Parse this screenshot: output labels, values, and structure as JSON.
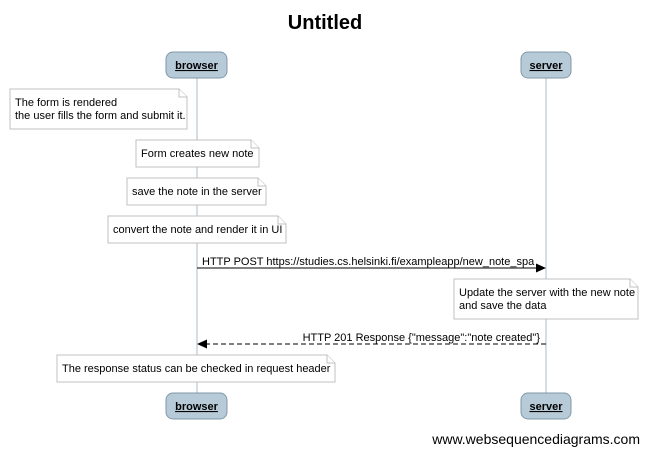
{
  "title": "Untitled",
  "participants": {
    "browser": "browser",
    "server": "server"
  },
  "notes": [
    {
      "lines": [
        "The form is rendered",
        "the user fills the form and submit it."
      ]
    },
    {
      "lines": [
        "Form creates new note"
      ]
    },
    {
      "lines": [
        "save the note in the server"
      ]
    },
    {
      "lines": [
        "convert the note and render it in UI"
      ]
    },
    {
      "lines": [
        "Update the server with the new note",
        "and save the data"
      ]
    },
    {
      "lines": [
        "The response status can be checked in request header"
      ]
    }
  ],
  "messages": [
    {
      "from": "browser",
      "to": "server",
      "style": "solid",
      "label": "HTTP POST https://studies.cs.helsinki.fi/exampleapp/new_note_spa"
    },
    {
      "from": "server",
      "to": "browser",
      "style": "dashed",
      "label": "HTTP 201 Response {\"message\":\"note created\"}"
    }
  ],
  "watermark": "www.websequencediagrams.com"
}
